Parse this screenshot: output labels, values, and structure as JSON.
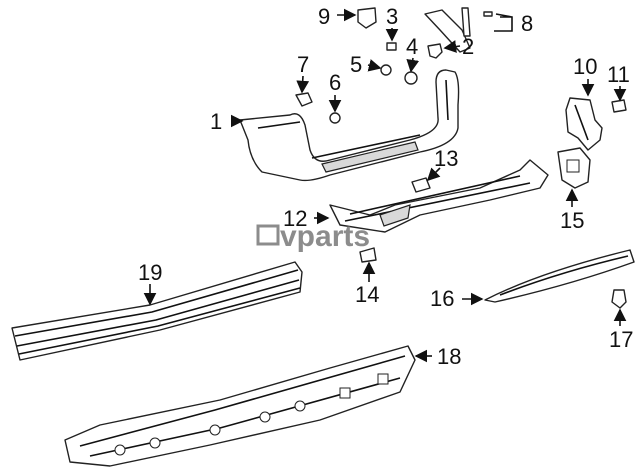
{
  "watermark": "vparts",
  "callouts": [
    {
      "id": "c1",
      "label": "1"
    },
    {
      "id": "c2",
      "label": "2"
    },
    {
      "id": "c3",
      "label": "3"
    },
    {
      "id": "c4",
      "label": "4"
    },
    {
      "id": "c5",
      "label": "5"
    },
    {
      "id": "c6",
      "label": "6"
    },
    {
      "id": "c7",
      "label": "7"
    },
    {
      "id": "c8",
      "label": "8"
    },
    {
      "id": "c9",
      "label": "9"
    },
    {
      "id": "c10",
      "label": "10"
    },
    {
      "id": "c11",
      "label": "11"
    },
    {
      "id": "c12",
      "label": "12"
    },
    {
      "id": "c13",
      "label": "13"
    },
    {
      "id": "c14",
      "label": "14"
    },
    {
      "id": "c15",
      "label": "15"
    },
    {
      "id": "c16",
      "label": "16"
    },
    {
      "id": "c17",
      "label": "17"
    },
    {
      "id": "c18",
      "label": "18"
    },
    {
      "id": "c19",
      "label": "19"
    }
  ]
}
